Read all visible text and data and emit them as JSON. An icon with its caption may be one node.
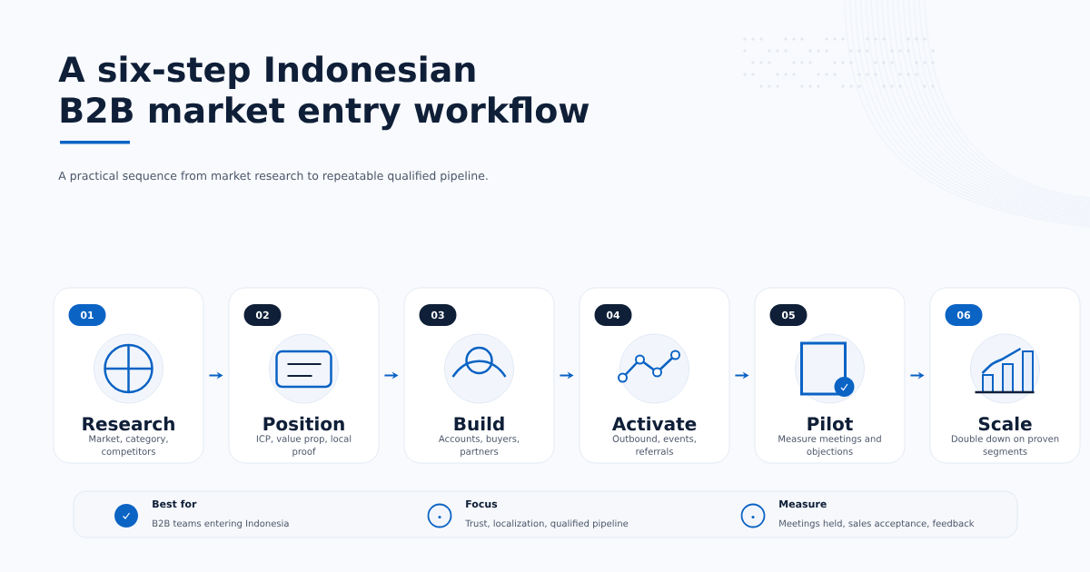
{
  "diagram": {
    "title": "A six-step Indonesian B2B market entry workflow",
    "nodes": [
      {
        "text": [
          "01",
          "Research",
          "Market, category, competitors"
        ]
      },
      {
        "text": [
          "02",
          "Position",
          "ICP, value prop, local proof"
        ]
      },
      {
        "text": [
          "03",
          "Build",
          "Accounts, buyers, partners"
        ]
      },
      {
        "text": [
          "04",
          "Activate",
          "Outbound, events, referrals"
        ]
      },
      {
        "text": [
          "05",
          "Pilot",
          "Measure meetings and objections"
        ]
      },
      {
        "text": [
          "06",
          "Scale",
          "Double down on proven segments"
        ]
      },
      {
        "text": [],
        "shape": "box"
      },
      {
        "text": [
          "Best for",
          "B2B teams entering Indonesia"
        ],
        "in": 6
      },
      {
        "text": [
          "Focus",
          "Trust, localization, qualified pipeline"
        ],
        "in": 6
      },
      {
        "text": [
          "Measure",
          "Meetings held, sales acceptance, feedback"
        ],
        "in": 6
      }
    ],
    "edges": [
      {
        "from": 0,
        "to": 1,
        "arrow": "to"
      },
      {
        "from": 1,
        "to": 2,
        "arrow": "to"
      },
      {
        "from": 2,
        "to": 3,
        "arrow": "to"
      },
      {
        "from": 3,
        "to": 4,
        "arrow": "to"
      },
      {
        "from": 4,
        "to": 5,
        "arrow": "to"
      }
    ],
    "labels": [
      "A practical sequence from market research to repeatable qualified pipeline."
    ]
  }
}
